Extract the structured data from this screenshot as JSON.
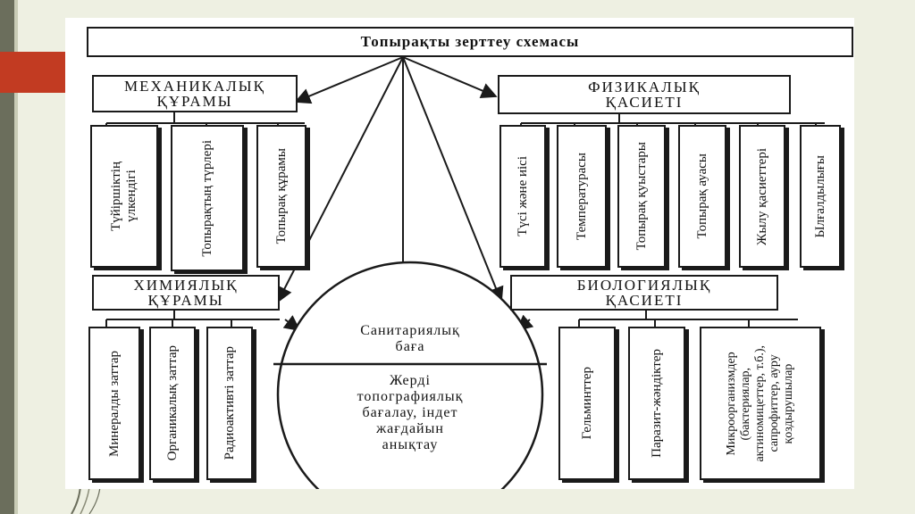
{
  "diagram": {
    "title": "Топырақты зерттеу схемасы",
    "mechanical": {
      "line1": "МЕХАНИКАЛЫҚ",
      "line2": "ҚҰРАМЫ",
      "items": [
        {
          "line1": "Түйіршіктің",
          "line2": "үлкендігі"
        },
        {
          "line1": "Топырақтың түрлері"
        },
        {
          "line1": "Топырақ құрамы"
        }
      ]
    },
    "physical": {
      "line1": "ФИЗИКАЛЫҚ",
      "line2": "ҚАСИЕТІ",
      "items": [
        {
          "line1": "Түсі және иісі"
        },
        {
          "line1": "Температурасы"
        },
        {
          "line1": "Топырақ қуыстары"
        },
        {
          "line1": "Топырақ ауасы"
        },
        {
          "line1": "Жылу қасиеттері"
        },
        {
          "line1": "Ылғалдылығы"
        }
      ]
    },
    "chemical": {
      "line1": "ХИМИЯЛЫҚ",
      "line2": "ҚҰРАМЫ",
      "items": [
        {
          "line1": "Минералды заттар"
        },
        {
          "line1": "Органикалық заттар"
        },
        {
          "line1": "Радиоактивті заттар"
        }
      ]
    },
    "biological": {
      "line1": "БИОЛОГИЯЛЫҚ",
      "line2": "ҚАСИЕТІ",
      "items": [
        {
          "line1": "Гельминттер"
        },
        {
          "line1": "Паразит-жәндіктер"
        },
        {
          "line1": "Микроорганизмдер",
          "line2": "(бактериялар,",
          "line3": "актиномицеттер, т.б.),",
          "line4": "сапрофиттер, ауру",
          "line5": "қоздырушылар"
        }
      ]
    },
    "center": {
      "top1": "Санитариялық",
      "top2": "баға",
      "bottom1": "Жерді",
      "bottom2": "топографиялық",
      "bottom3": "бағалау, індет",
      "bottom4": "жағдайын",
      "bottom5": "анықтау"
    }
  }
}
